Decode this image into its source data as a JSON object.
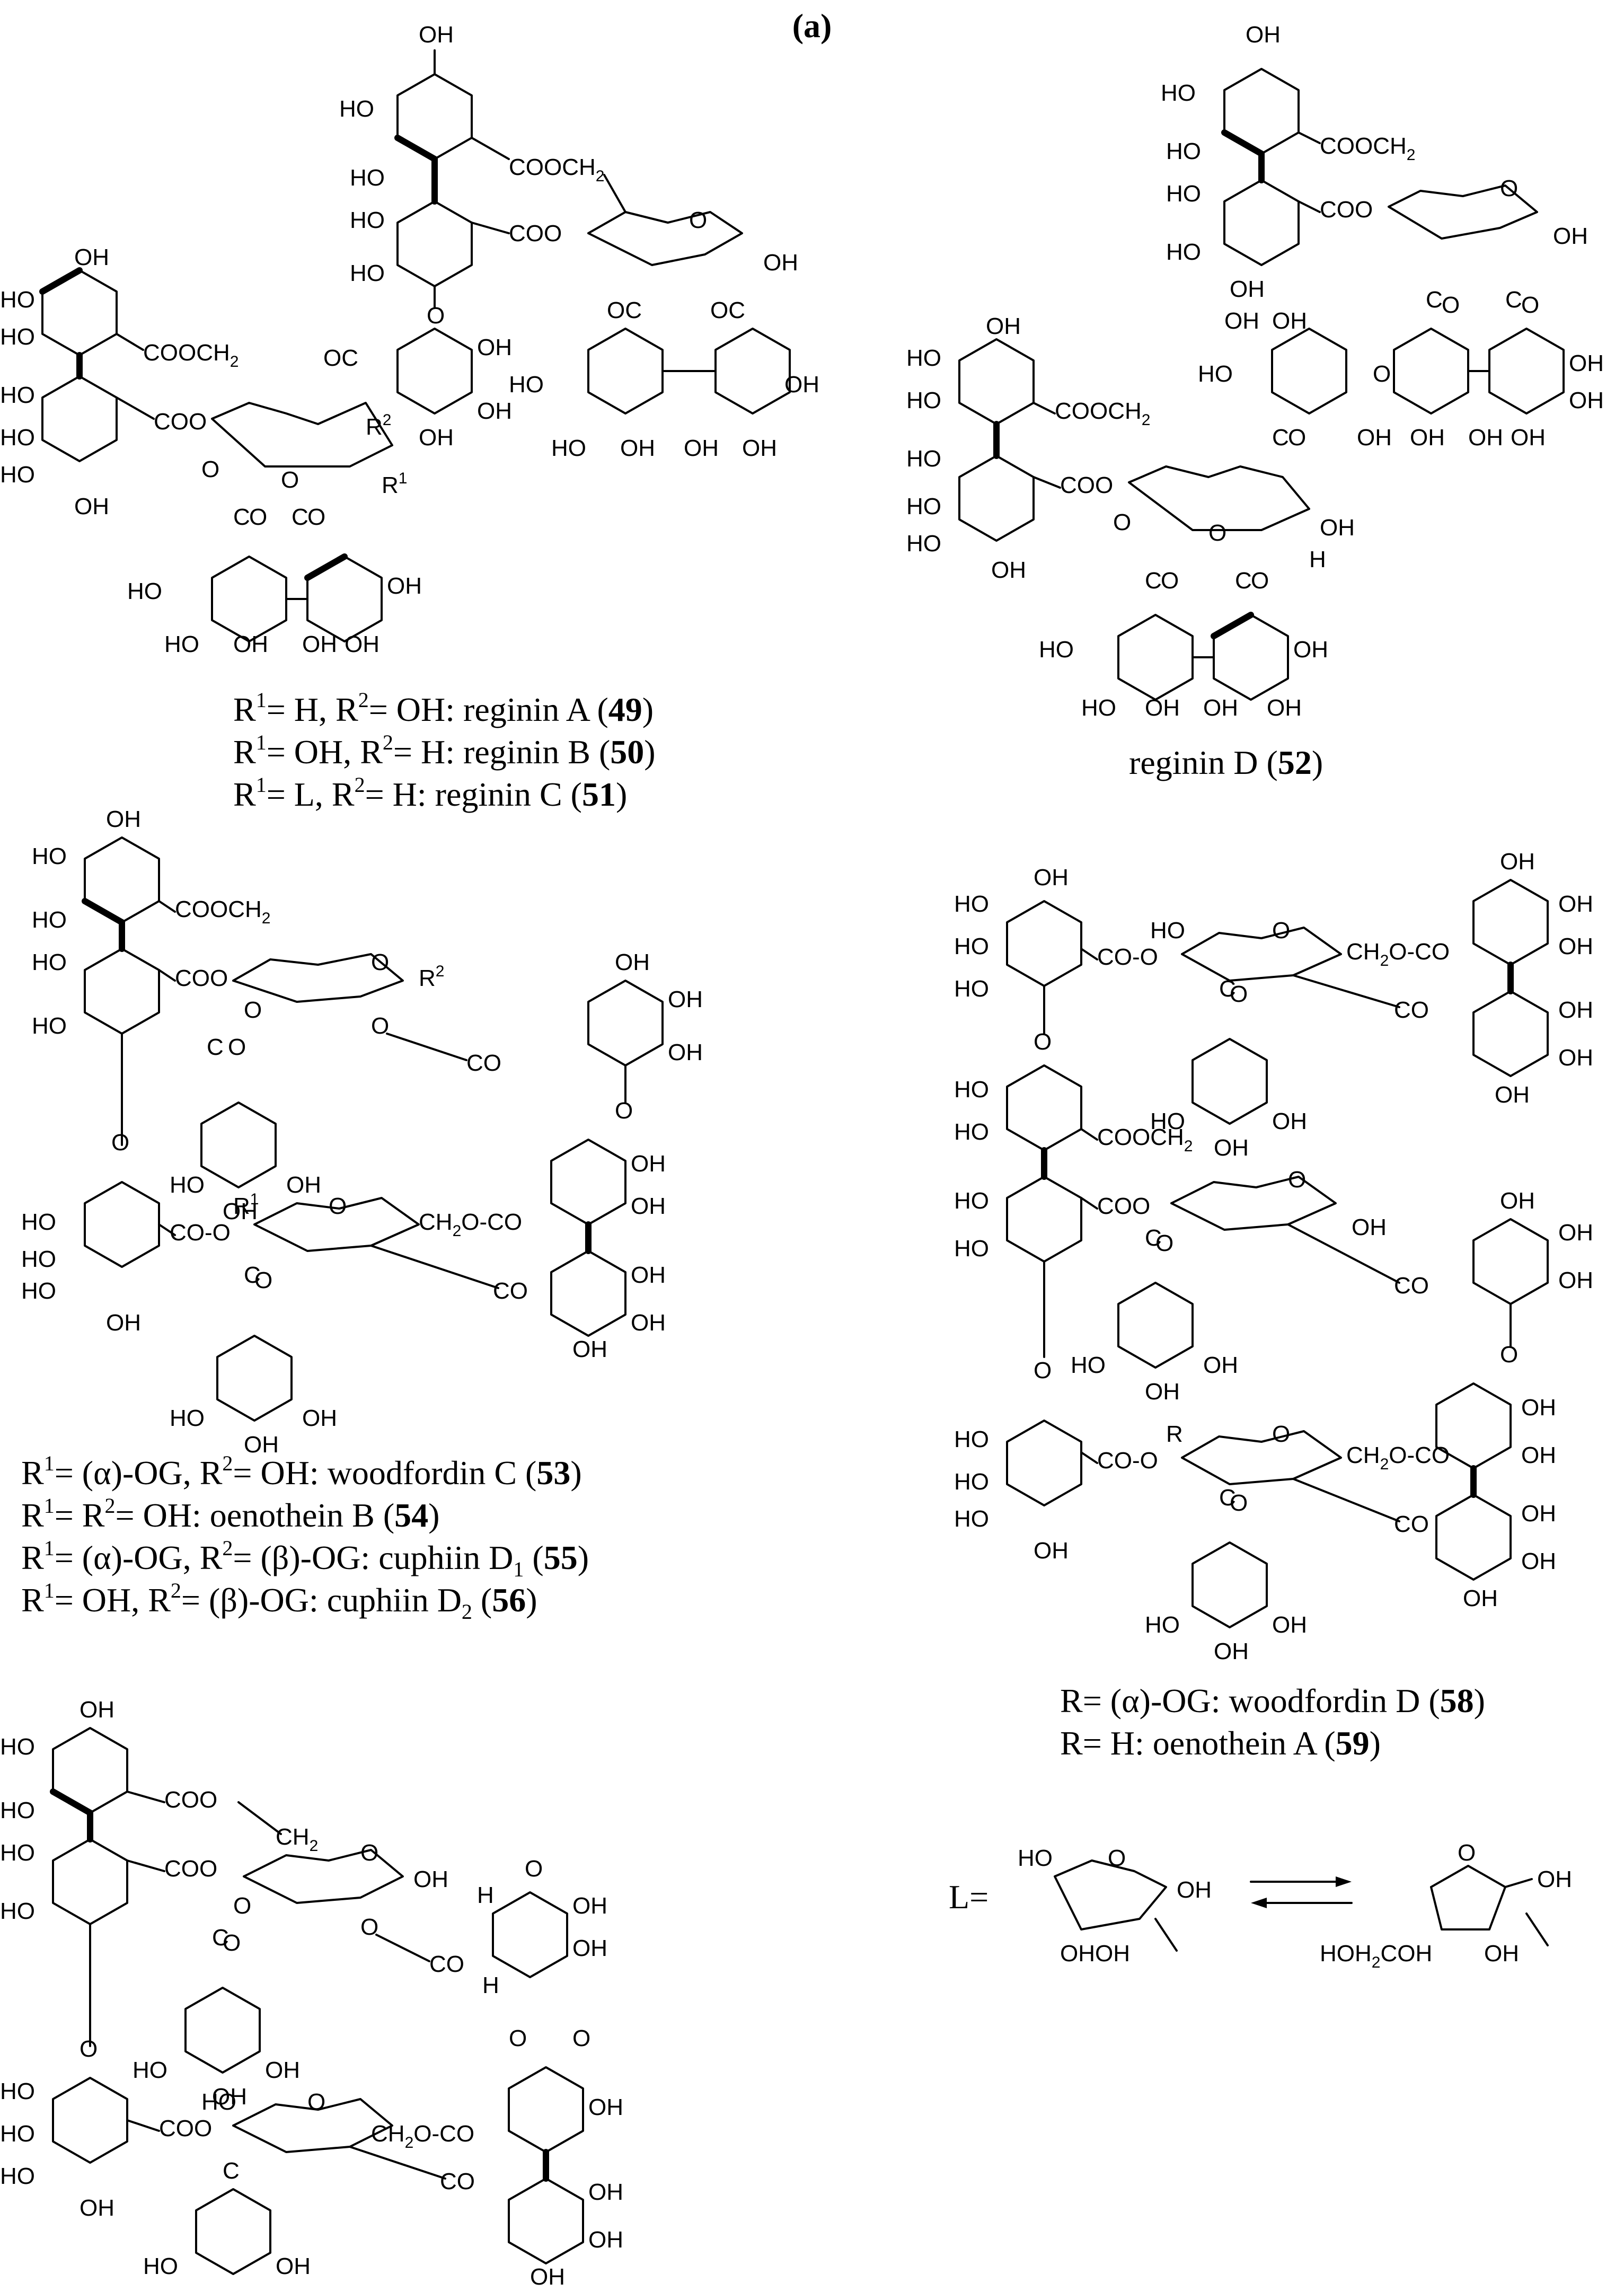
{
  "panel_label": "(a)",
  "compounds": {
    "c49": {
      "pre": "R",
      "sup1": "1",
      "mid1": "= H, R",
      "sup2": "2",
      "mid2": "= OH: reginin A (",
      "num": "49",
      "post": ")"
    },
    "c50": {
      "pre": "R",
      "sup1": "1",
      "mid1": "= OH, R",
      "sup2": "2",
      "mid2": "= H: reginin B (",
      "num": "50",
      "post": ")"
    },
    "c51": {
      "pre": "R",
      "sup1": "1",
      "mid1": "= L, R",
      "sup2": "2",
      "mid2": "= H: reginin C (",
      "num": "51",
      "post": ")"
    },
    "c52": {
      "text": "reginin D (",
      "num": "52",
      "post": ")"
    },
    "c53": {
      "pre": "R",
      "sup1": "1",
      "mid1": "= (α)-OG, R",
      "sup2": "2",
      "mid2": "= OH: woodfordin C (",
      "num": "53",
      "post": ")"
    },
    "c54": {
      "pre": "R",
      "sup1": "1",
      "mid1": "= R",
      "sup2": "2",
      "mid2": "= OH: oenothein B (",
      "num": "54",
      "post": ")"
    },
    "c55": {
      "pre": "R",
      "sup1": "1",
      "mid1": "= (α)-OG, R",
      "sup2": "2",
      "mid2": "= (β)-OG: cuphiin D",
      "sub": "1",
      "mid3": " (",
      "num": "55",
      "post": ")"
    },
    "c56": {
      "pre": "R",
      "sup1": "1",
      "mid1": "= OH, R",
      "sup2": "2",
      "mid2": "= (β)-OG: cuphiin D",
      "sub": "2",
      "mid3": " (",
      "num": "56",
      "post": ")"
    },
    "c58": {
      "text": "R= (α)-OG: woodfordin D (",
      "num": "58",
      "post": ")"
    },
    "c59": {
      "text": "R= H: oenothein A (",
      "num": "59",
      "post": ")"
    }
  },
  "substituent_L": {
    "label": "L="
  },
  "atoms": {
    "OH": "OH",
    "HO": "HO",
    "COO": "COO",
    "COOCH2": "COOCH",
    "CH2": "CH",
    "two": "2",
    "OC": "OC",
    "CO": "CO",
    "C": "C",
    "O": "O",
    "H": "H",
    "R": "R",
    "R1": "R",
    "R2": "R",
    "one": "1",
    "CH2O": "CH",
    "OCO": "O-CO",
    "COdash": "CO-O",
    "HOH2C": "HOH",
    "OHOH": "OHOH"
  }
}
